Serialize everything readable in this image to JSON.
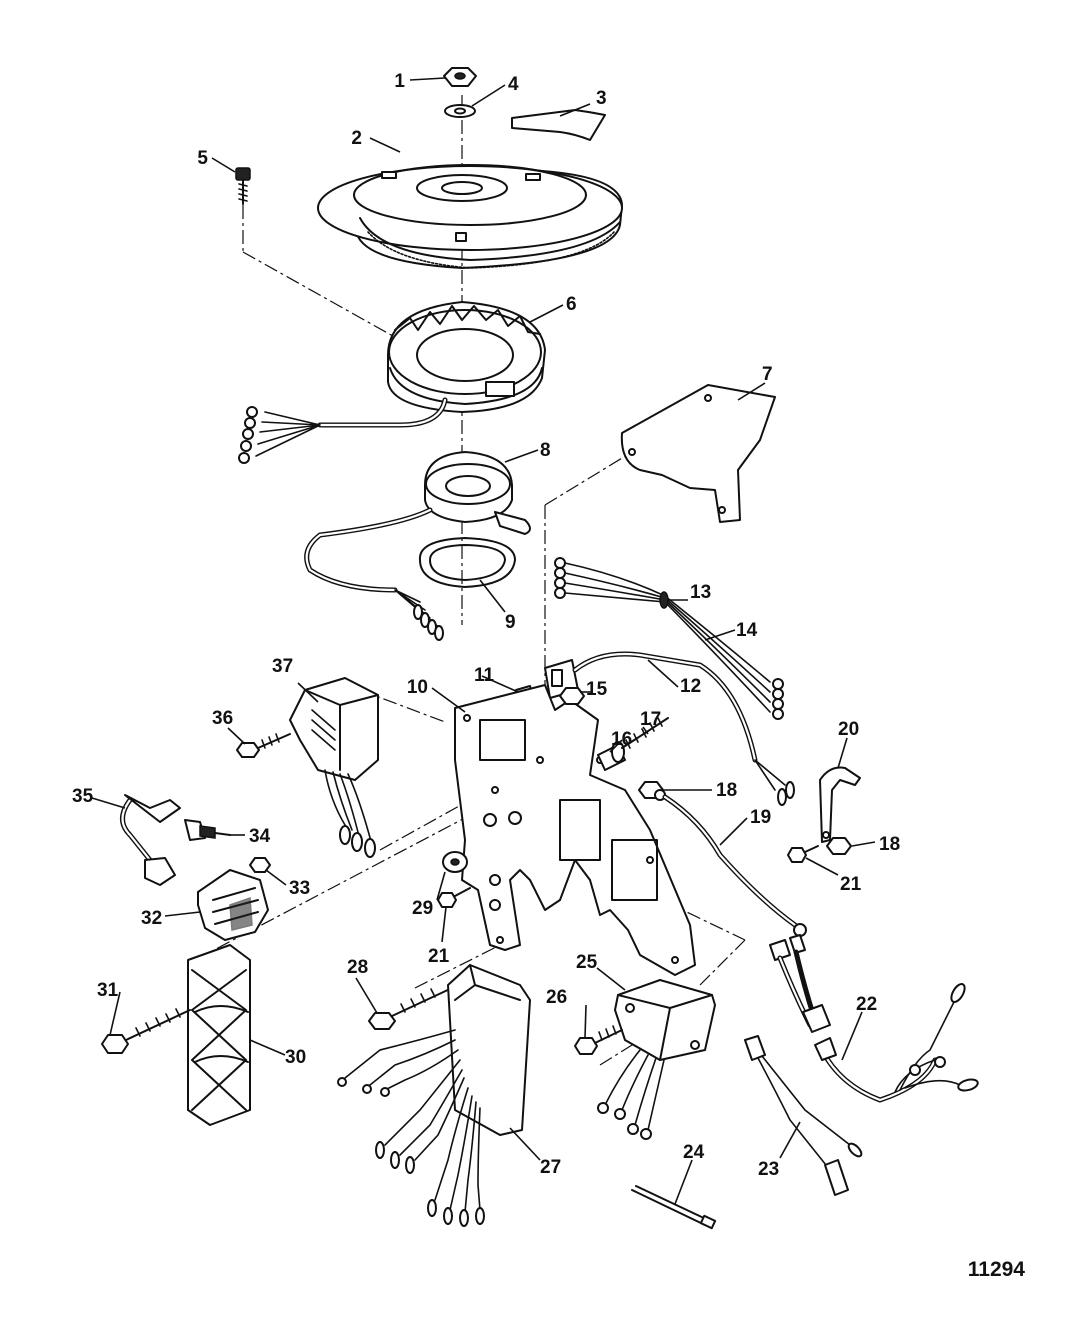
{
  "figure_number": "11294",
  "callouts": [
    "1",
    "2",
    "3",
    "4",
    "5",
    "6",
    "7",
    "8",
    "9",
    "10",
    "11",
    "12",
    "13",
    "14",
    "15",
    "16",
    "17",
    "18",
    "18",
    "19",
    "20",
    "21",
    "21",
    "22",
    "23",
    "24",
    "25",
    "26",
    "27",
    "28",
    "29",
    "30",
    "31",
    "32",
    "33",
    "34",
    "35",
    "36",
    "37"
  ]
}
